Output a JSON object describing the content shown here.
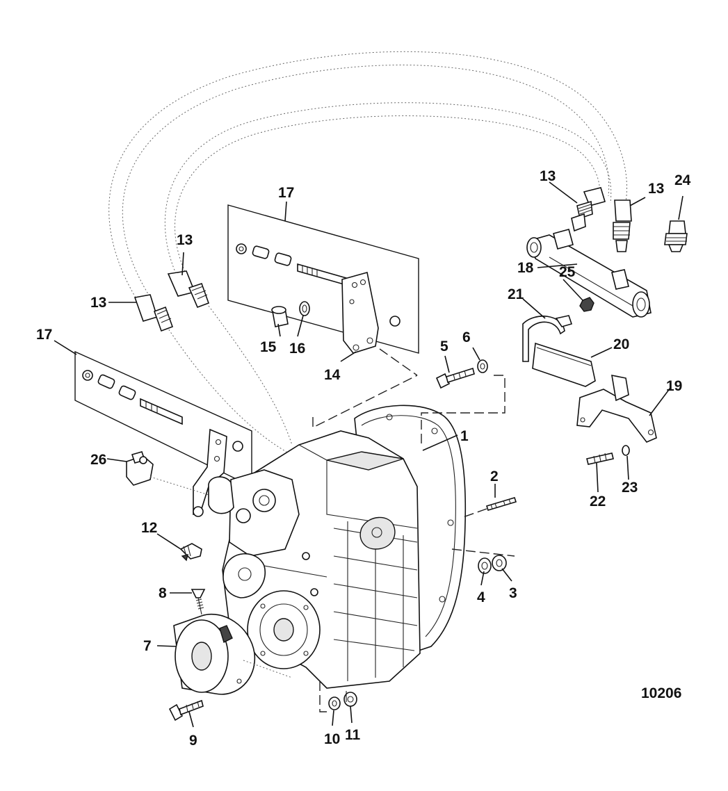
{
  "callouts": [
    {
      "id": "c1",
      "text": "1"
    },
    {
      "id": "c2",
      "text": "2"
    },
    {
      "id": "c3",
      "text": "3"
    },
    {
      "id": "c4",
      "text": "4"
    },
    {
      "id": "c5",
      "text": "5"
    },
    {
      "id": "c6",
      "text": "6"
    },
    {
      "id": "c7",
      "text": "7"
    },
    {
      "id": "c8",
      "text": "8"
    },
    {
      "id": "c9",
      "text": "9"
    },
    {
      "id": "c10",
      "text": "10"
    },
    {
      "id": "c11",
      "text": "11"
    },
    {
      "id": "c12",
      "text": "12"
    },
    {
      "id": "c13a",
      "text": "13"
    },
    {
      "id": "c13b",
      "text": "13"
    },
    {
      "id": "c13c",
      "text": "13"
    },
    {
      "id": "c13d",
      "text": "13"
    },
    {
      "id": "c14",
      "text": "14"
    },
    {
      "id": "c15",
      "text": "15"
    },
    {
      "id": "c16",
      "text": "16"
    },
    {
      "id": "c17a",
      "text": "17"
    },
    {
      "id": "c17b",
      "text": "17"
    },
    {
      "id": "c18",
      "text": "18"
    },
    {
      "id": "c19",
      "text": "19"
    },
    {
      "id": "c20",
      "text": "20"
    },
    {
      "id": "c21",
      "text": "21"
    },
    {
      "id": "c22",
      "text": "22"
    },
    {
      "id": "c23",
      "text": "23"
    },
    {
      "id": "c24",
      "text": "24"
    },
    {
      "id": "c25",
      "text": "25"
    },
    {
      "id": "c26",
      "text": "26"
    }
  ],
  "figure_ref": "10206"
}
